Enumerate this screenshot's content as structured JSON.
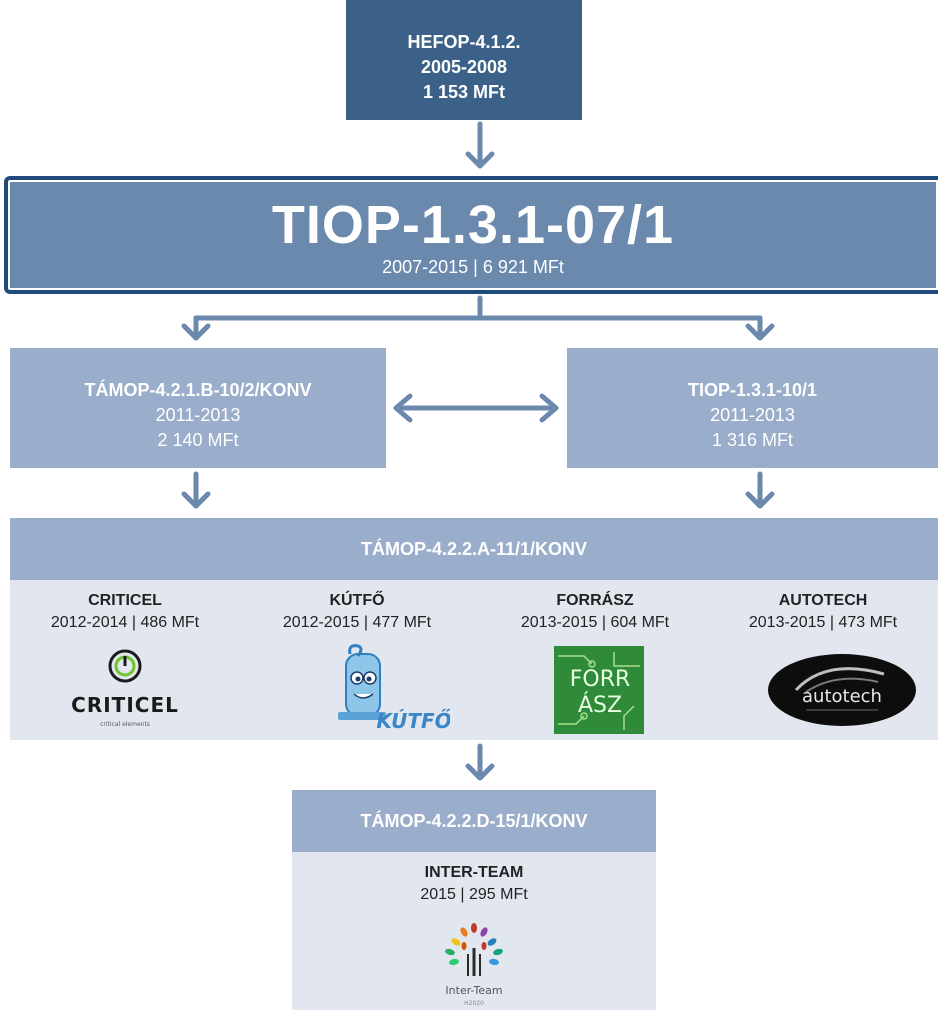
{
  "top": {
    "code": "HEFOP-4.1.2.",
    "years": "2005-2008",
    "amount": "1 153 MFt"
  },
  "main": {
    "code": "TIOP-1.3.1-07/1",
    "detail": "2007-2015 | 6 921 MFt"
  },
  "left": {
    "code": "TÁMOP-4.2.1.B-10/2/KONV",
    "years": "2011-2013",
    "amount": "2 140 MFt"
  },
  "right": {
    "code": "TIOP-1.3.1-10/1",
    "years": "2011-2013",
    "amount": "1 316 MFt"
  },
  "band": {
    "code": "TÁMOP-4.2.2.A-11/1/KONV"
  },
  "projects": [
    {
      "name": "CRITICEL",
      "detail": "2012-2014 | 486 MFt",
      "logo_text": "CRITICEL",
      "logo_tagline": "critical elements"
    },
    {
      "name": "KÚTFŐ",
      "detail": "2012-2015 | 477 MFt",
      "logo_text": "KÚTFŐ"
    },
    {
      "name": "FORRÁSZ",
      "detail": "2013-2015 | 604 MFt",
      "logo_text_1": "FORR",
      "logo_text_2": "ÁSZ"
    },
    {
      "name": "AUTOTECH",
      "detail": "2013-2015 | 473 MFt",
      "logo_text": "autotech"
    }
  ],
  "band2": {
    "code": "TÁMOP-4.2.2.D-15/1/KONV"
  },
  "final": {
    "name": "INTER-TEAM",
    "detail": "2015 | 295 MFt",
    "logo_text": "Inter-Team",
    "logo_sub": "H2020"
  },
  "colors": {
    "dark": "#3b6189",
    "main": "#6b89ad",
    "light": "#9aadcb",
    "panel": "#e2e7ef",
    "arrow": "#6b89ad"
  }
}
